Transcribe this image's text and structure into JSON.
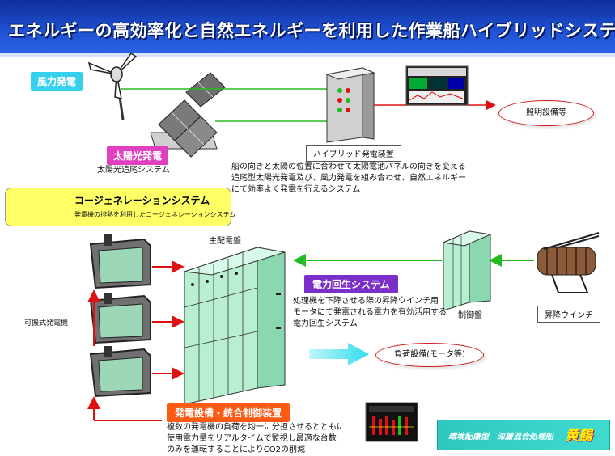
{
  "title": "エネルギーの高効率化と自然エネルギーを利用した作業船ハイブリッドシステム",
  "wind": {
    "label": "風力発電"
  },
  "solar": {
    "label": "太陽光発電",
    "sub": "太陽光追尾システム"
  },
  "hybrid": {
    "label": "ハイブリッド発電装置",
    "desc": [
      "船の向きと太陽の位置に合わせて太陽電池パネルの向きを変える",
      "追尾型太陽光発電及び、風力発電を組み合わせ、自然エネルギー",
      "にて効率よく発電を行えるシステム"
    ]
  },
  "lighting": {
    "label": "照明設備等"
  },
  "cogen": {
    "title": "コージェネレーションシステム",
    "sub": "発電機の排熱を利用したコージェネレーションシステム"
  },
  "main_board": {
    "label": "主配電盤"
  },
  "portable_gen": {
    "label": "可搬式発電機"
  },
  "regen": {
    "label": "電力回生システム",
    "desc": [
      "処理機を下降させる際の昇降ウインチ用",
      "モータにて発電される電力を有効活用する",
      "電力回生システム"
    ]
  },
  "control_panel": {
    "label": "制御盤"
  },
  "winch": {
    "label": "昇降ウインチ"
  },
  "load": {
    "label": "負荷設備(モータ等)"
  },
  "gen_control": {
    "label": "発電設備・統合制御装置",
    "desc": [
      "複数の発電機の負荷を均一に分担させるとともに",
      "使用電力量をリアルタイムで監視し最適な台数",
      "のみを運転することによりCO2の削減"
    ]
  },
  "logo": {
    "small": "環境配慮型　深層混合処理船",
    "big": "黄鶴"
  },
  "colors": {
    "title_bar": "#1e4fd0",
    "arrow_red": "#e01010",
    "arrow_green": "#22bb22",
    "arrow_cyan": "#33e0ee",
    "panel_green": "#b8efd0"
  }
}
